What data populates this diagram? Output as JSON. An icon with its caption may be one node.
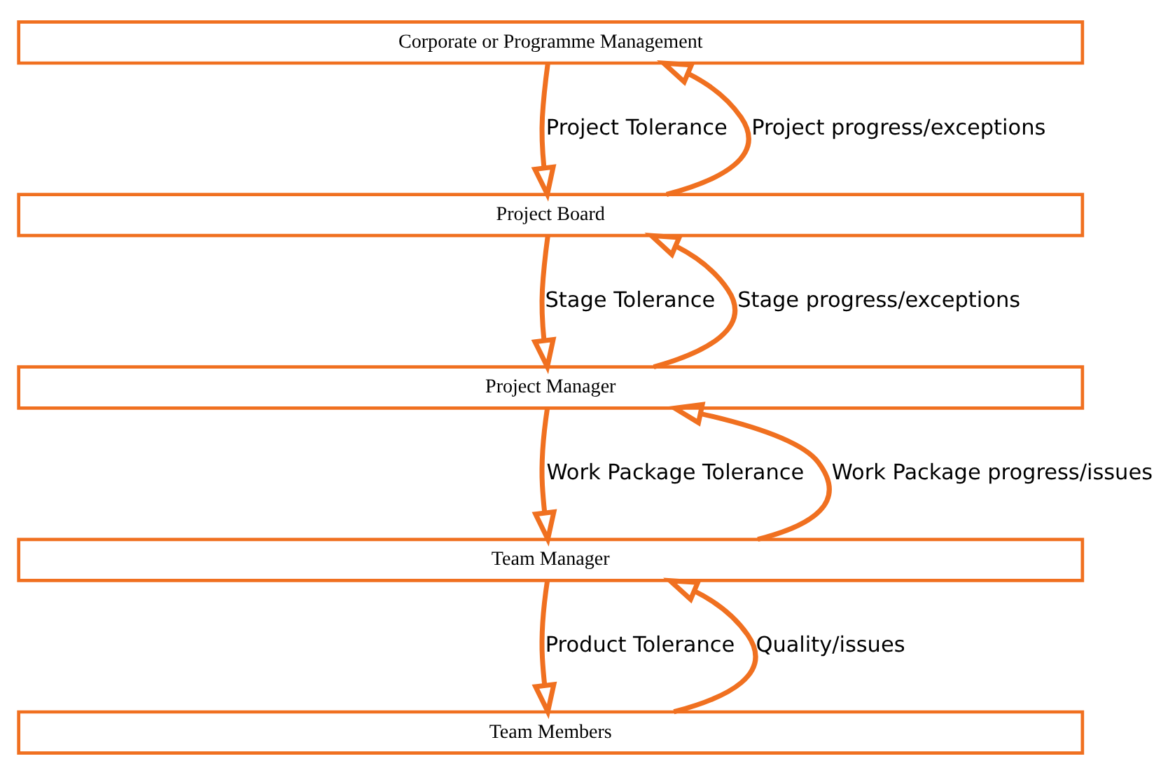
{
  "diagram": {
    "nodes": [
      {
        "text": [
          "Corporate or Programme Management"
        ]
      },
      {
        "text": [
          "Project Board"
        ]
      },
      {
        "text": [
          "Project Manager"
        ]
      },
      {
        "text": [
          "Team Manager"
        ]
      },
      {
        "text": [
          "Team Members"
        ]
      }
    ],
    "edges": [
      {
        "from": 0,
        "to": 1,
        "arrow": "to",
        "label": "Project Tolerance"
      },
      {
        "from": 1,
        "to": 0,
        "arrow": "to",
        "label": "Project progress/exceptions"
      },
      {
        "from": 1,
        "to": 2,
        "arrow": "to",
        "label": "Stage Tolerance"
      },
      {
        "from": 2,
        "to": 1,
        "arrow": "to",
        "label": "Stage progress/exceptions"
      },
      {
        "from": 2,
        "to": 3,
        "arrow": "to",
        "label": "Work Package Tolerance"
      },
      {
        "from": 3,
        "to": 2,
        "arrow": "to",
        "label": "Work Package progress/issues"
      },
      {
        "from": 3,
        "to": 4,
        "arrow": "to",
        "label": "Product Tolerance"
      },
      {
        "from": 4,
        "to": 3,
        "arrow": "to",
        "label": "Quality/issues"
      }
    ]
  }
}
